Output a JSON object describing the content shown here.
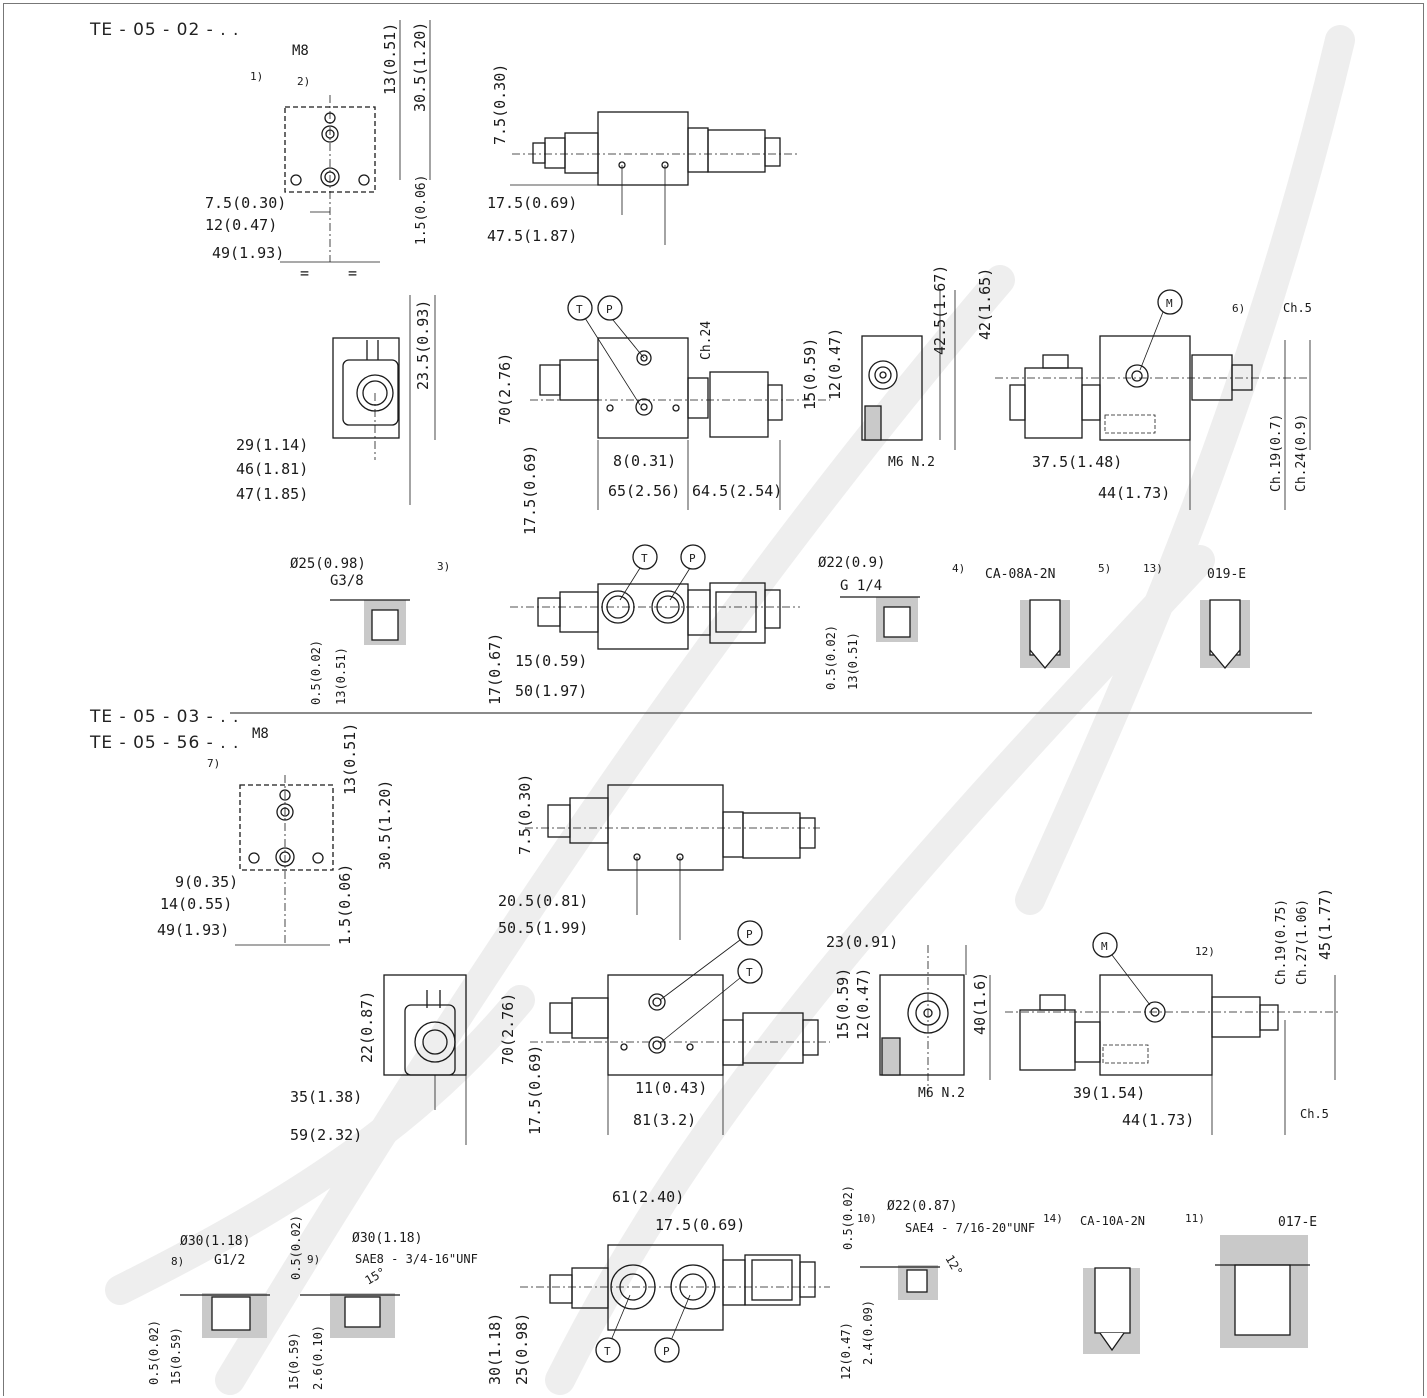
{
  "sections": [
    {
      "title": "TE - 05 - 02 - . ."
    },
    {
      "title": "TE - 05 - 03 - . ."
    },
    {
      "title": "TE - 05 - 56 - . ."
    }
  ],
  "port_labels": [
    "T",
    "P",
    "M"
  ],
  "callouts": [
    "1)",
    "2)",
    "3)",
    "4)",
    "5)",
    "6)",
    "7)",
    "8)",
    "9)",
    "10)",
    "11)",
    "12)",
    "13)",
    "14)"
  ],
  "dimensions_section1": [
    "M8",
    "13(0.51)",
    "30.5(1.20)",
    "7.5(0.30)",
    "12(0.47)",
    "49(1.93)",
    "1.5(0.06)",
    "=",
    "7.5(0.30)",
    "17.5(0.69)",
    "47.5(1.87)",
    "23.5(0.93)",
    "29(1.14)",
    "46(1.81)",
    "47(1.85)",
    "70(2.76)",
    "Ch.24",
    "17.5(0.69)",
    "8(0.31)",
    "65(2.56)",
    "64.5(2.54)",
    "15(0.59)",
    "12(0.47)",
    "42.5(1.67)",
    "M6 N.2",
    "42(1.65)",
    "37.5(1.48)",
    "44(1.73)",
    "Ch.5",
    "Ch.19(0.7)",
    "Ch.24(0.9)",
    "Ø25(0.98)",
    "G3/8",
    "0.5(0.02)",
    "13(0.51)",
    "17(0.67)",
    "15(0.59)",
    "50(1.97)",
    "Ø22(0.9)",
    "G 1/4",
    "0.5(0.02)",
    "13(0.51)",
    "CA-08A-2N",
    "019-E"
  ],
  "dimensions_section2": [
    "M8",
    "13(0.51)",
    "30.5(1.20)",
    "9(0.35)",
    "14(0.55)",
    "49(1.93)",
    "1.5(0.06)",
    "7.5(0.30)",
    "20.5(0.81)",
    "50.5(1.99)",
    "22(0.87)",
    "35(1.38)",
    "59(2.32)",
    "70(2.76)",
    "17.5(0.69)",
    "11(0.43)",
    "81(3.2)",
    "23(0.91)",
    "15(0.59)",
    "12(0.47)",
    "40(1.6)",
    "M6 N.2",
    "39(1.54)",
    "44(1.73)",
    "Ch.19(0.75)",
    "Ch.27(1.06)",
    "45(1.77)",
    "Ch.5",
    "Ø30(1.18)",
    "G1/2",
    "0.5(0.02)",
    "15(0.59)",
    "0.5(0.02)",
    "Ø30(1.18)",
    "SAE8 - 3/4-16\"UNF",
    "15°",
    "15(0.59)",
    "2.6(0.10)",
    "61(2.40)",
    "17.5(0.69)",
    "30(1.18)",
    "25(0.98)",
    "0.5(0.02)",
    "Ø22(0.87)",
    "SAE4 - 7/16-20\"UNF",
    "12°",
    "12(0.47)",
    "2.4(0.09)",
    "CA-10A-2N",
    "017-E"
  ]
}
